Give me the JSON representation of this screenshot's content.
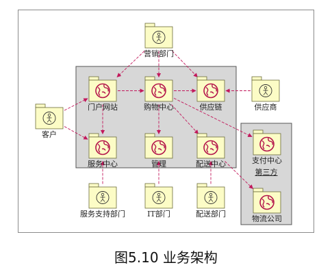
{
  "diagram": {
    "nodes": [
      {
        "id": "marketing",
        "label": "营销部门",
        "kind": "actor"
      },
      {
        "id": "portal",
        "label": "门户网站",
        "kind": "system"
      },
      {
        "id": "shopping",
        "label": "购物中心",
        "kind": "system"
      },
      {
        "id": "supply",
        "label": "供应链",
        "kind": "system"
      },
      {
        "id": "supplier",
        "label": "供应商",
        "kind": "actor"
      },
      {
        "id": "customer",
        "label": "客户",
        "kind": "actor"
      },
      {
        "id": "service",
        "label": "服务中心",
        "kind": "system"
      },
      {
        "id": "manage",
        "label": "管理",
        "kind": "system"
      },
      {
        "id": "delivery",
        "label": "配送中心",
        "kind": "system"
      },
      {
        "id": "payment",
        "label": "支付中心",
        "kind": "system"
      },
      {
        "id": "logistics",
        "label": "物流公司",
        "kind": "system"
      },
      {
        "id": "svcsupport",
        "label": "服务支持部门",
        "kind": "actor"
      },
      {
        "id": "it",
        "label": "IT部门",
        "kind": "actor"
      },
      {
        "id": "deliverydept",
        "label": "配送部门",
        "kind": "actor"
      }
    ],
    "groups": [
      {
        "id": "core",
        "label": ""
      },
      {
        "id": "third",
        "label": "第三方"
      }
    ],
    "edges": [
      {
        "from": "marketing",
        "to": "portal"
      },
      {
        "from": "marketing",
        "to": "shopping"
      },
      {
        "from": "marketing",
        "to": "supply"
      },
      {
        "from": "portal",
        "to": "shopping"
      },
      {
        "from": "shopping",
        "to": "supply"
      },
      {
        "from": "supplier",
        "to": "supply"
      },
      {
        "from": "customer",
        "to": "portal"
      },
      {
        "from": "customer",
        "to": "service"
      },
      {
        "from": "portal",
        "to": "service"
      },
      {
        "from": "shopping",
        "to": "manage"
      },
      {
        "from": "shopping",
        "to": "delivery"
      },
      {
        "from": "shopping",
        "to": "payment"
      },
      {
        "from": "delivery",
        "to": "logistics"
      },
      {
        "from": "svcsupport",
        "to": "service"
      },
      {
        "from": "it",
        "to": "manage"
      },
      {
        "from": "deliverydept",
        "to": "delivery"
      }
    ],
    "colors": {
      "package": "#fcfcc6",
      "package_border": "#6b6b3a",
      "edge": "#c2185b",
      "group_fill": "#d7d7d7",
      "globe": "#b3124a"
    }
  },
  "caption": "图5.10  业务架构"
}
